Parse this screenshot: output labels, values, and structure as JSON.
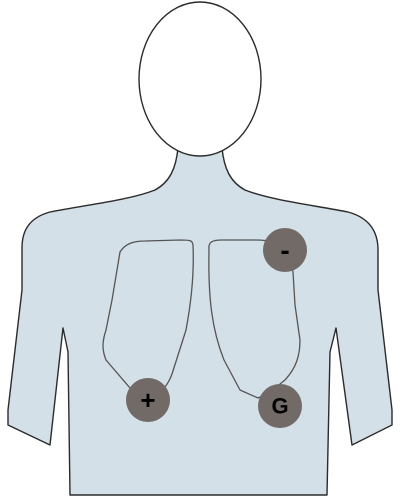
{
  "colors": {
    "torso_fill": "#d4e0e8",
    "outline": "#2b2b2b",
    "head_fill": "#ffffff",
    "lung_outline": "#555555",
    "electrode_fill": "#716a67"
  },
  "electrodes": [
    {
      "id": "negative",
      "label": "-"
    },
    {
      "id": "positive",
      "label": "+"
    },
    {
      "id": "ground",
      "label": "G"
    }
  ]
}
